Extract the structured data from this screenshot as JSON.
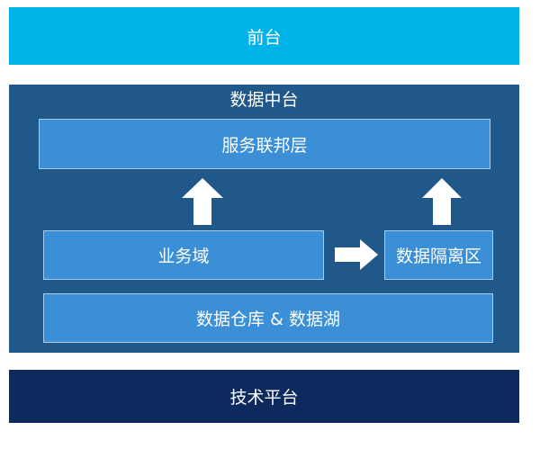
{
  "layers": {
    "frontend": "前台",
    "middle": "数据中台",
    "tech": "技术平台"
  },
  "boxes": {
    "federation": "服务联邦层",
    "business": "业务域",
    "isolation": "数据隔离区",
    "warehouse": "数据仓库 & 数据湖"
  },
  "colors": {
    "frontend": "#00b4ea",
    "middle": "#21588a",
    "box": "#3a8fd7",
    "tech": "#0d2a5f",
    "arrow": "#ffffff"
  },
  "icons": [
    "arrow-up-icon",
    "arrow-up-icon",
    "arrow-right-icon"
  ]
}
